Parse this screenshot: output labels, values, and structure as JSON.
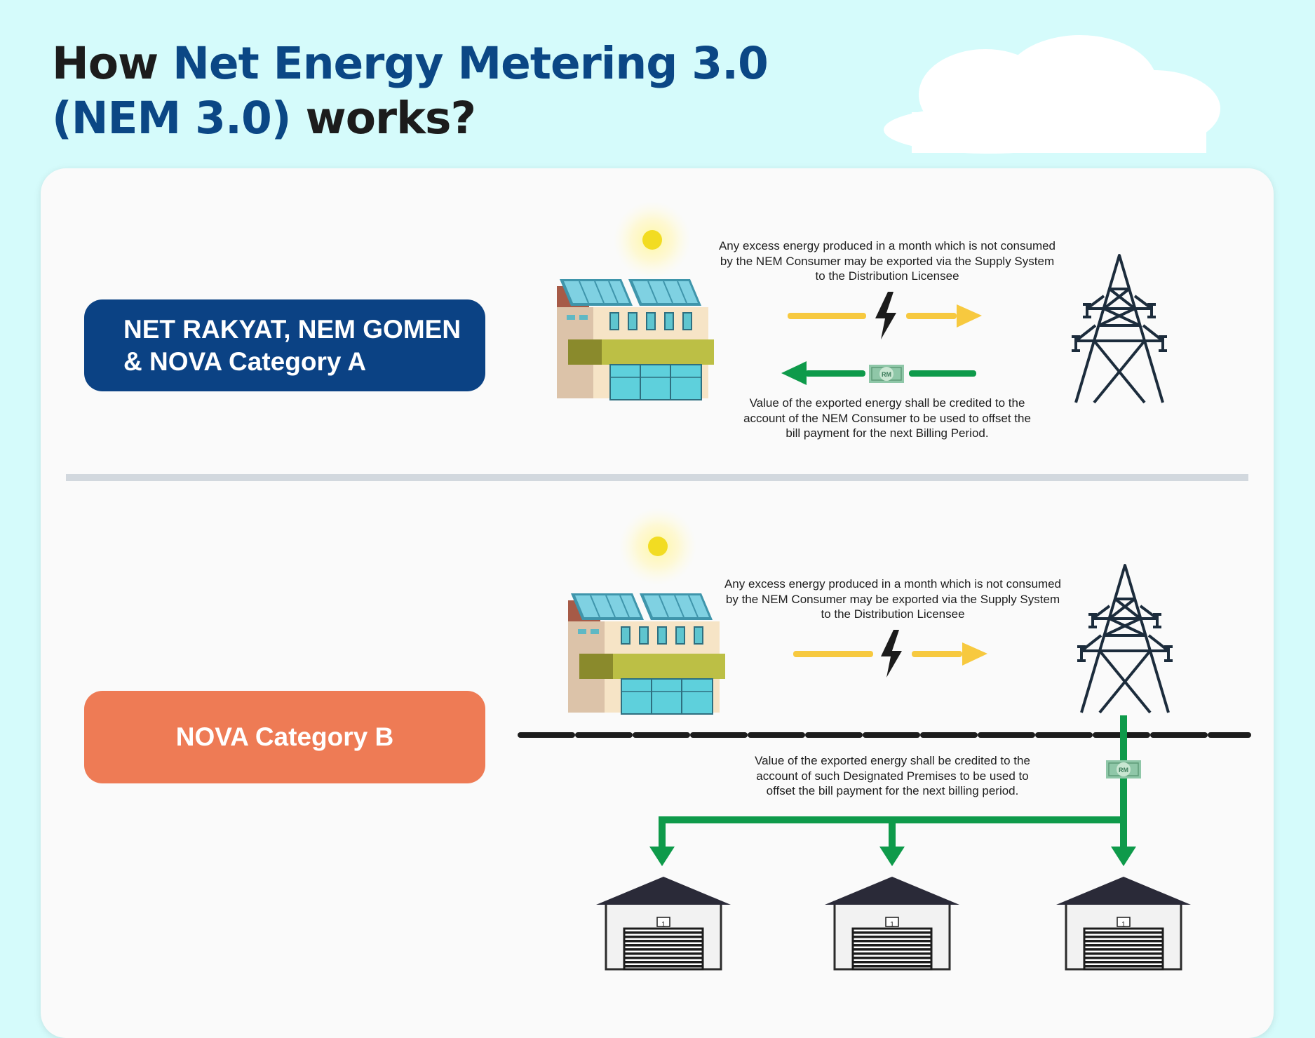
{
  "title": {
    "line1_plain": "How ",
    "line1_highlight": "Net Energy Metering 3.0",
    "line2_highlight": "(NEM 3.0)",
    "line2_plain": " works?"
  },
  "section_a": {
    "label_line1": "NET RAKYAT, NEM GOMEN",
    "label_line2": "& NOVA Category A",
    "export_caption": [
      "Any excess energy produced in a month which is not consumed",
      "by the NEM Consumer may be exported via the Supply System",
      "to the Distribution Licensee"
    ],
    "credit_caption": [
      "Value of the exported energy shall be credited to the",
      "account of the NEM Consumer to be used to offset the",
      "bill payment for the next Billing Period."
    ],
    "money_label": "RM"
  },
  "section_b": {
    "label": "NOVA Category B",
    "export_caption": [
      "Any excess energy produced in a month which is not consumed",
      "by the NEM Consumer may be exported via the Supply System",
      "to the Distribution Licensee"
    ],
    "credit_caption": [
      "Value of the exported energy shall be credited to the",
      "account of such Designated Premises to be used to",
      "offset the bill payment for the next billing period."
    ],
    "money_label": "RM",
    "premise_label": "1"
  },
  "colors": {
    "background": "#d5fbfb",
    "title_highlight": "#0b4785",
    "pill_a": "#0b4284",
    "pill_b": "#ee7b55",
    "export_arrow": "#f7c93f",
    "credit_arrow": "#0e9a4a",
    "tower": "#1c2c3c"
  }
}
